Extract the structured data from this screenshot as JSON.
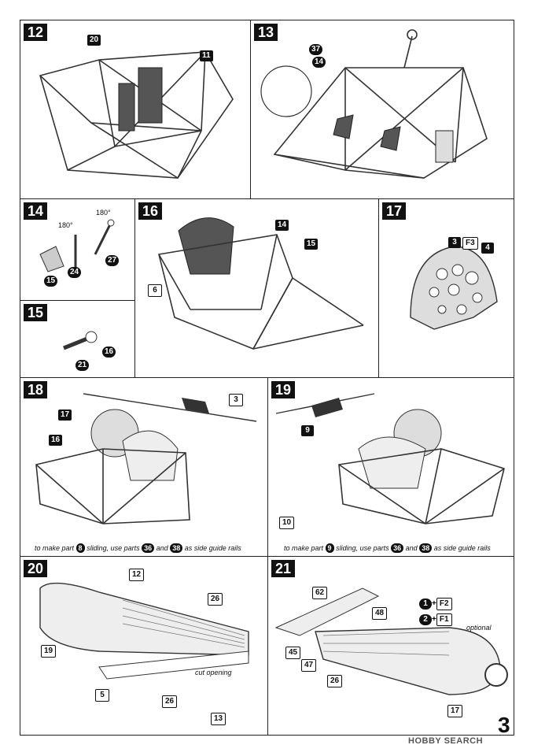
{
  "steps": [
    {
      "num": "12",
      "callouts": [
        "20",
        "11"
      ]
    },
    {
      "num": "13",
      "callouts": [
        "37",
        "14"
      ]
    },
    {
      "num": "14",
      "callouts": [
        "180°",
        "180°",
        "15",
        "24",
        "27"
      ]
    },
    {
      "num": "16",
      "callouts": [
        "14",
        "15",
        "6"
      ]
    },
    {
      "num": "17",
      "callouts": [
        "3",
        "F3",
        "4"
      ]
    },
    {
      "num": "15",
      "callouts": [
        "16",
        "21"
      ]
    },
    {
      "num": "18",
      "callouts": [
        "3",
        "17",
        "16"
      ],
      "note": {
        "pre": "to make part",
        "a": "8",
        "mid": "sliding, use parts",
        "b": "36",
        "and": "and",
        "c": "38",
        "post": "as side guide rails"
      }
    },
    {
      "num": "19",
      "callouts": [
        "9",
        "10"
      ],
      "note": {
        "pre": "to make part",
        "a": "9",
        "mid": "sliding, use parts",
        "b": "36",
        "and": "and",
        "c": "38",
        "post": "as side guide rails"
      }
    },
    {
      "num": "20",
      "callouts": [
        "12",
        "26",
        "19",
        "5",
        "26",
        "13"
      ],
      "text": "cut opening"
    },
    {
      "num": "21",
      "callouts": [
        "62",
        "48",
        "45",
        "47",
        "26",
        "17"
      ],
      "combo1": {
        "a": "1",
        "plus": "+",
        "b": "F2"
      },
      "combo2": {
        "a": "2",
        "plus": "+",
        "b": "F1"
      },
      "text": "optional"
    }
  ],
  "page_number": "3",
  "watermark": "HOBBY SEARCH"
}
